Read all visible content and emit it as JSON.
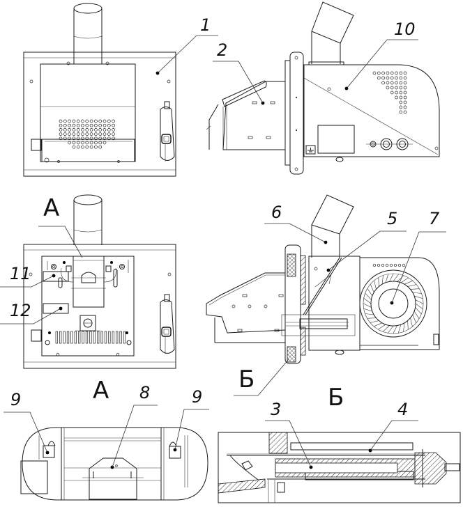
{
  "drawing": {
    "subject": "Pellet burner assembly drawing",
    "views": [
      {
        "id": "front-view",
        "description": "Front view, closed cover"
      },
      {
        "id": "side-view",
        "description": "Side view"
      },
      {
        "id": "front-view-open",
        "description": "Front view, cover removed",
        "view_marker": "A"
      },
      {
        "id": "section-view",
        "description": "Section view",
        "detail_marker": "Б"
      },
      {
        "id": "detail-a",
        "description": "Detail view A",
        "title": "A"
      },
      {
        "id": "detail-b",
        "description": "Detail view Б",
        "title": "Б"
      }
    ],
    "callouts": [
      {
        "number": "1",
        "view": "front-view"
      },
      {
        "number": "2",
        "view": "side-view"
      },
      {
        "number": "10",
        "view": "side-view"
      },
      {
        "number": "11",
        "view": "front-view-open"
      },
      {
        "number": "12",
        "view": "front-view-open"
      },
      {
        "number": "6",
        "view": "section-view"
      },
      {
        "number": "5",
        "view": "section-view"
      },
      {
        "number": "7",
        "view": "section-view"
      },
      {
        "number": "9",
        "view": "detail-a"
      },
      {
        "number": "8",
        "view": "detail-a"
      },
      {
        "number": "9",
        "view": "detail-a"
      },
      {
        "number": "3",
        "view": "detail-b"
      },
      {
        "number": "4",
        "view": "detail-b"
      }
    ],
    "view_labels": {
      "a_marker": "A",
      "b_marker": "Б",
      "detail_a_title": "A",
      "detail_b_title": "Б"
    }
  }
}
